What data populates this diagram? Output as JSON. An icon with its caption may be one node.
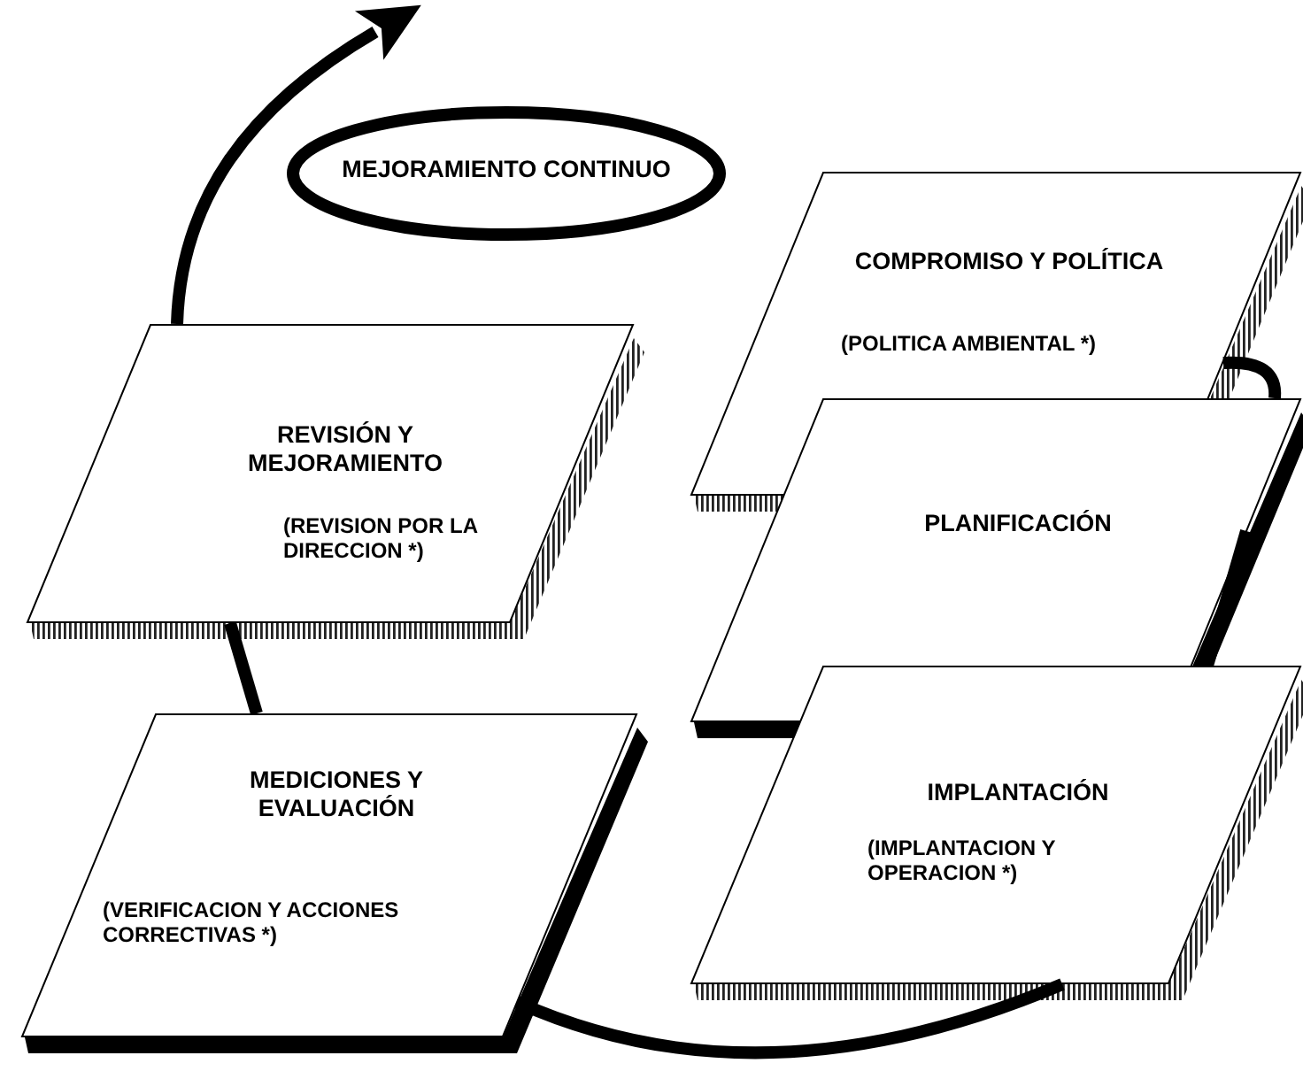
{
  "diagram": {
    "nodes": [
      {
        "text": [
          "MEJORAMIENTO CONTINUO"
        ]
      },
      {
        "text": [
          "REVISIÓN Y MEJORAMIENTO",
          "(REVISION POR LA DIRECCION *)"
        ]
      },
      {
        "text": [
          "COMPROMISO Y POLÍTICA",
          "(POLITICA AMBIENTAL *)"
        ]
      },
      {
        "text": [
          "PLANIFICACIÓN"
        ]
      },
      {
        "text": [
          "IMPLANTACIÓN",
          "(IMPLANTACION Y OPERACION *)"
        ]
      },
      {
        "text": [
          "MEDICIONES Y EVALUACIÓN",
          "(VERIFICACION Y ACCIONES CORRECTIVAS *)"
        ]
      }
    ],
    "edges": [
      {
        "from": 1,
        "to": null,
        "arrow": "to"
      },
      {
        "from": 2,
        "to": 3,
        "arrow": "none"
      },
      {
        "from": 3,
        "to": 4,
        "arrow": "none"
      },
      {
        "from": 4,
        "to": 5,
        "arrow": "none"
      },
      {
        "from": 5,
        "to": 1,
        "arrow": "none"
      }
    ]
  }
}
